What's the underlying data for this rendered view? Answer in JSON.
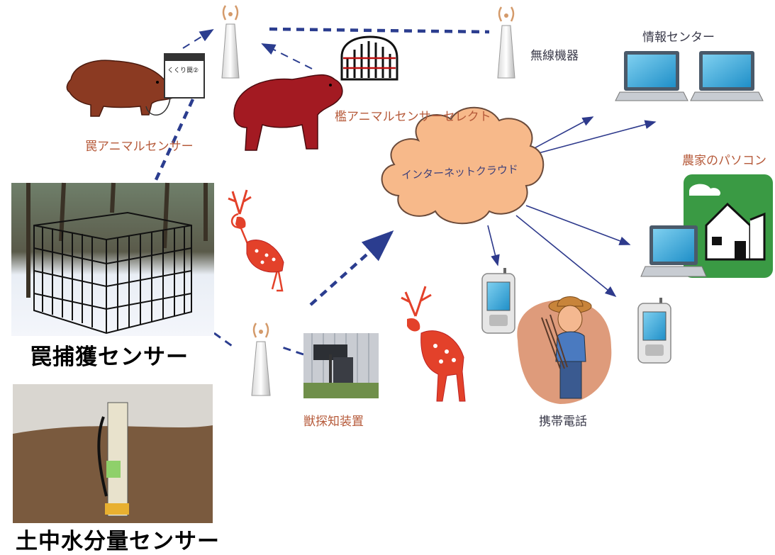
{
  "labels": {
    "trap_animal_sensor": "罠アニマルセンサー",
    "cage_animal_sensor": "檻アニマルセンサーセレクト",
    "wireless_device": "無線機器",
    "info_center": "情報センター",
    "farmer_pc": "農家のパソコン",
    "internet_cloud": "インターネットクラウド",
    "beast_detector": "獣探知装置",
    "mobile_phone": "携帯電話",
    "trap_capture_sensor": "罠捕獲センサー",
    "soil_moisture_sensor": "土中水分量センサー",
    "trap_box_text": "くくり罠②"
  },
  "colors": {
    "label_text": "#b65a3a",
    "cloud_fill": "#f7b98a",
    "dashed_link": "#2b3d8f",
    "arrow_link": "#2e3a8c",
    "farmer_bg": "#3a9a44",
    "deer_red": "#e3412a",
    "bear_red": "#a31a22",
    "boar_brown": "#8b3a22"
  },
  "icons": [
    "boar-icon",
    "bear-icon",
    "deer-icon",
    "antenna-icon",
    "cage-trap-icon",
    "laptop-icon",
    "mobile-phone-icon",
    "farmer-icon",
    "barn-icon",
    "cloud-icon"
  ]
}
